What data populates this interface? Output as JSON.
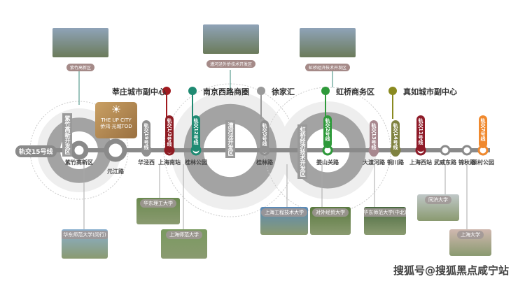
{
  "line_label": "轨交15号线",
  "logo": {
    "title": "THE UP CITY",
    "subtitle": "侨鸿·光城TOD"
  },
  "hubs": [
    {
      "name": "莘庄城市副中心",
      "color": "#a01a1f"
    },
    {
      "name": "南京西路商圈",
      "color": "#1f8a72"
    },
    {
      "name": "徐家汇",
      "color": "#9a9a9a"
    },
    {
      "name": "虹桥商务区",
      "color": "#2e9a3a"
    },
    {
      "name": "真如城市副中心",
      "color": "#8a8a20"
    }
  ],
  "stations": [
    "紫竹高新区",
    "元江路",
    "华泾西",
    "上海南站",
    "桂林公园",
    "桂林路",
    "娄山关路",
    "大渡河路",
    "铜川路",
    "上海西站",
    "武威东路",
    "锦秋路",
    "顾村公园"
  ],
  "transfer_tags": [
    {
      "label": "轨交19号线",
      "color": "#8f8f8f"
    },
    {
      "label": "轨交1/3号线",
      "color": "#8e1b22"
    },
    {
      "label": "轨交12号线",
      "color": "#1f8a72"
    },
    {
      "label": "轨交9号线",
      "color": "#8f8f8f"
    },
    {
      "label": "轨交2号线",
      "color": "#2e9a3a"
    },
    {
      "label": "轨交13号线",
      "color": "#a8888f"
    },
    {
      "label": "轨交14号线",
      "color": "#7f8240"
    },
    {
      "label": "轨交11号线",
      "color": "#8e1b28"
    },
    {
      "label": "轨交7号线",
      "color": "#f0892e"
    }
  ],
  "zones": [
    "紫竹高新开发区",
    "漕河泾开发区",
    "虹桥经济技术开发区"
  ],
  "top_pictures": [
    "紫竹高新区",
    "漕河泾外侨技术开发区",
    "虹桥经济技术开发区"
  ],
  "universities": [
    "华东理工大学",
    "上海师范大学",
    "华东师范大学(闵行)",
    "上海工程技术大学",
    "对外经贸大学",
    "华东师范大学(中北)",
    "同济大学",
    "上海大学"
  ],
  "watermark": "搜狐号@搜狐黑点咸宁站"
}
